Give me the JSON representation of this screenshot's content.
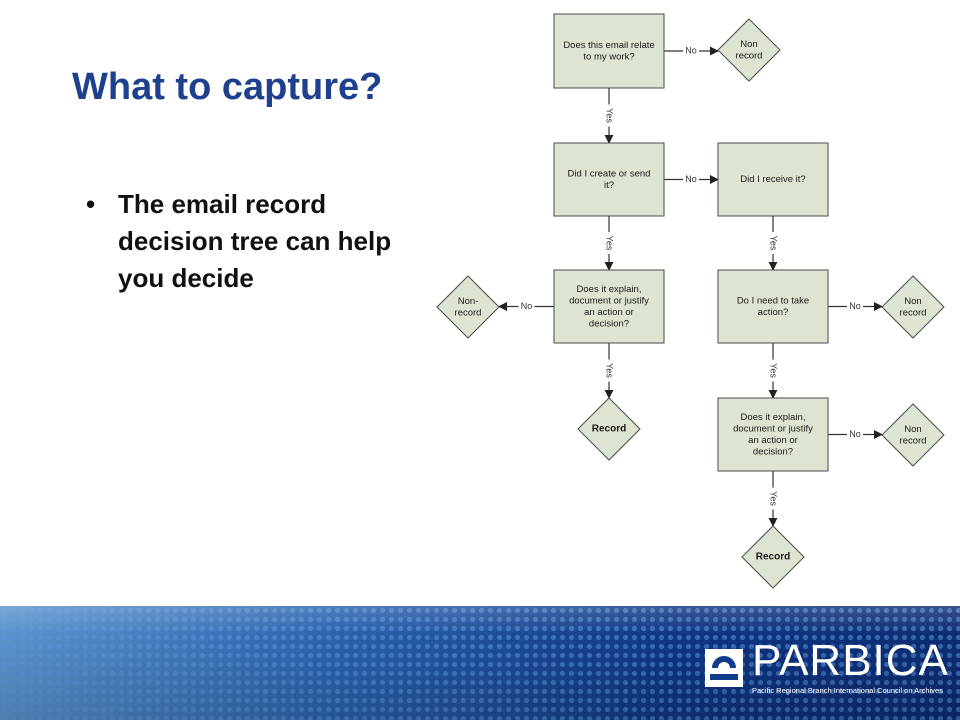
{
  "slide": {
    "title": "What to capture?",
    "bullets": [
      "The email record decision tree can help you decide"
    ]
  },
  "diagram": {
    "nodes": [
      {
        "id": "q1",
        "shape": "box",
        "lines": [
          "Does this email relate",
          "to my work?"
        ]
      },
      {
        "id": "n1",
        "shape": "diamond",
        "lines": [
          "Non",
          "record"
        ]
      },
      {
        "id": "q2",
        "shape": "box",
        "lines": [
          "Did I create or send",
          "it?"
        ]
      },
      {
        "id": "q3",
        "shape": "box",
        "lines": [
          "Did I receive it?"
        ]
      },
      {
        "id": "q4",
        "shape": "box",
        "lines": [
          "Does it explain,",
          "document or justify",
          "an action or",
          "decision?"
        ]
      },
      {
        "id": "n2",
        "shape": "diamond",
        "lines": [
          "Non-",
          "record"
        ]
      },
      {
        "id": "q5",
        "shape": "box",
        "lines": [
          "Do I need to take",
          "action?"
        ]
      },
      {
        "id": "n3",
        "shape": "diamond",
        "lines": [
          "Non",
          "record"
        ]
      },
      {
        "id": "r1",
        "shape": "diamond",
        "lines": [
          "Record"
        ]
      },
      {
        "id": "q6",
        "shape": "box",
        "lines": [
          "Does it explain,",
          "document or justify",
          "an action or",
          "decision?"
        ]
      },
      {
        "id": "n4",
        "shape": "diamond",
        "lines": [
          "Non",
          "record"
        ]
      },
      {
        "id": "r2",
        "shape": "diamond",
        "lines": [
          "Record"
        ]
      }
    ],
    "edges": [
      {
        "from": "q1",
        "to": "n1",
        "label": "No"
      },
      {
        "from": "q1",
        "to": "q2",
        "label": "Yes"
      },
      {
        "from": "q2",
        "to": "q3",
        "label": "No"
      },
      {
        "from": "q2",
        "to": "q4",
        "label": "Yes"
      },
      {
        "from": "q3",
        "to": "q5",
        "label": "Yes"
      },
      {
        "from": "q4",
        "to": "n2",
        "label": "No"
      },
      {
        "from": "q4",
        "to": "r1",
        "label": "Yes"
      },
      {
        "from": "q5",
        "to": "n3",
        "label": "No"
      },
      {
        "from": "q5",
        "to": "q6",
        "label": "Yes"
      },
      {
        "from": "q6",
        "to": "n4",
        "label": "No"
      },
      {
        "from": "q6",
        "to": "r2",
        "label": "Yes"
      }
    ]
  },
  "footer": {
    "logo_text": "PARBICA",
    "logo_tagline": "Pacific Regional Branch International Council on Archives"
  },
  "colors": {
    "title": "#1f3f8f",
    "box_fill": "#dde5d2",
    "stroke": "#4a4a4a",
    "footer_blue": "#123c8c"
  }
}
